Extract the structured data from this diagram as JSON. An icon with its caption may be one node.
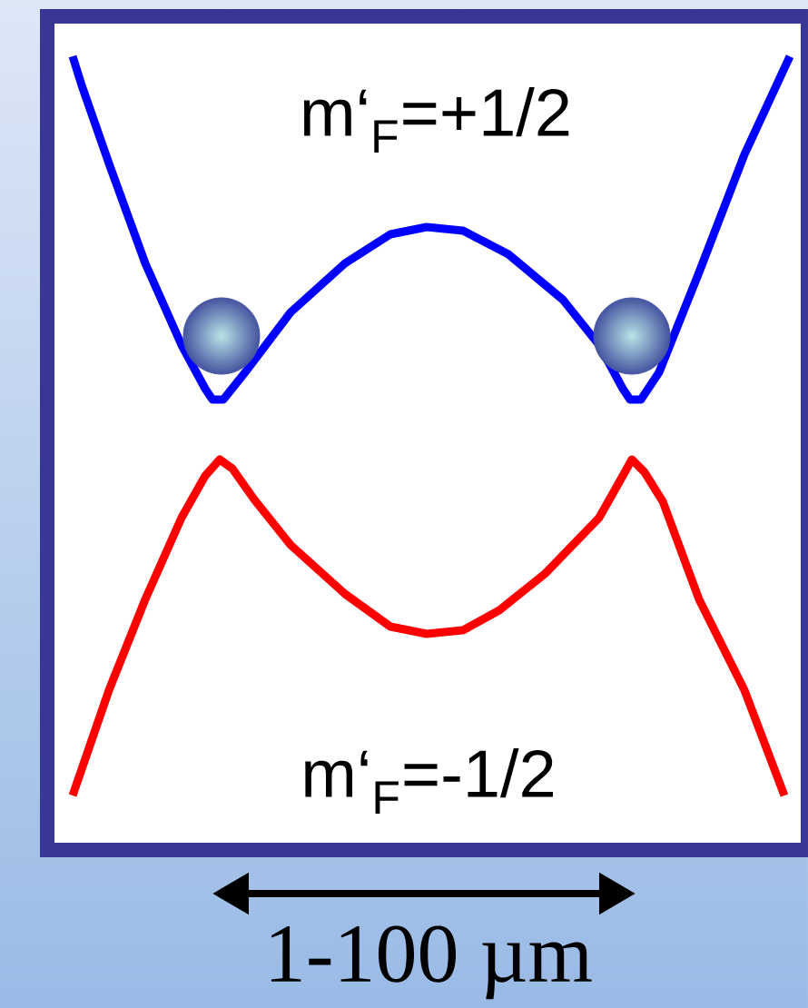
{
  "diagram": {
    "labels": [
      "m‘$_{F}$=+1/2",
      "m‘$_{F}$=-1/2",
      "1-100 µm"
    ]
  }
}
